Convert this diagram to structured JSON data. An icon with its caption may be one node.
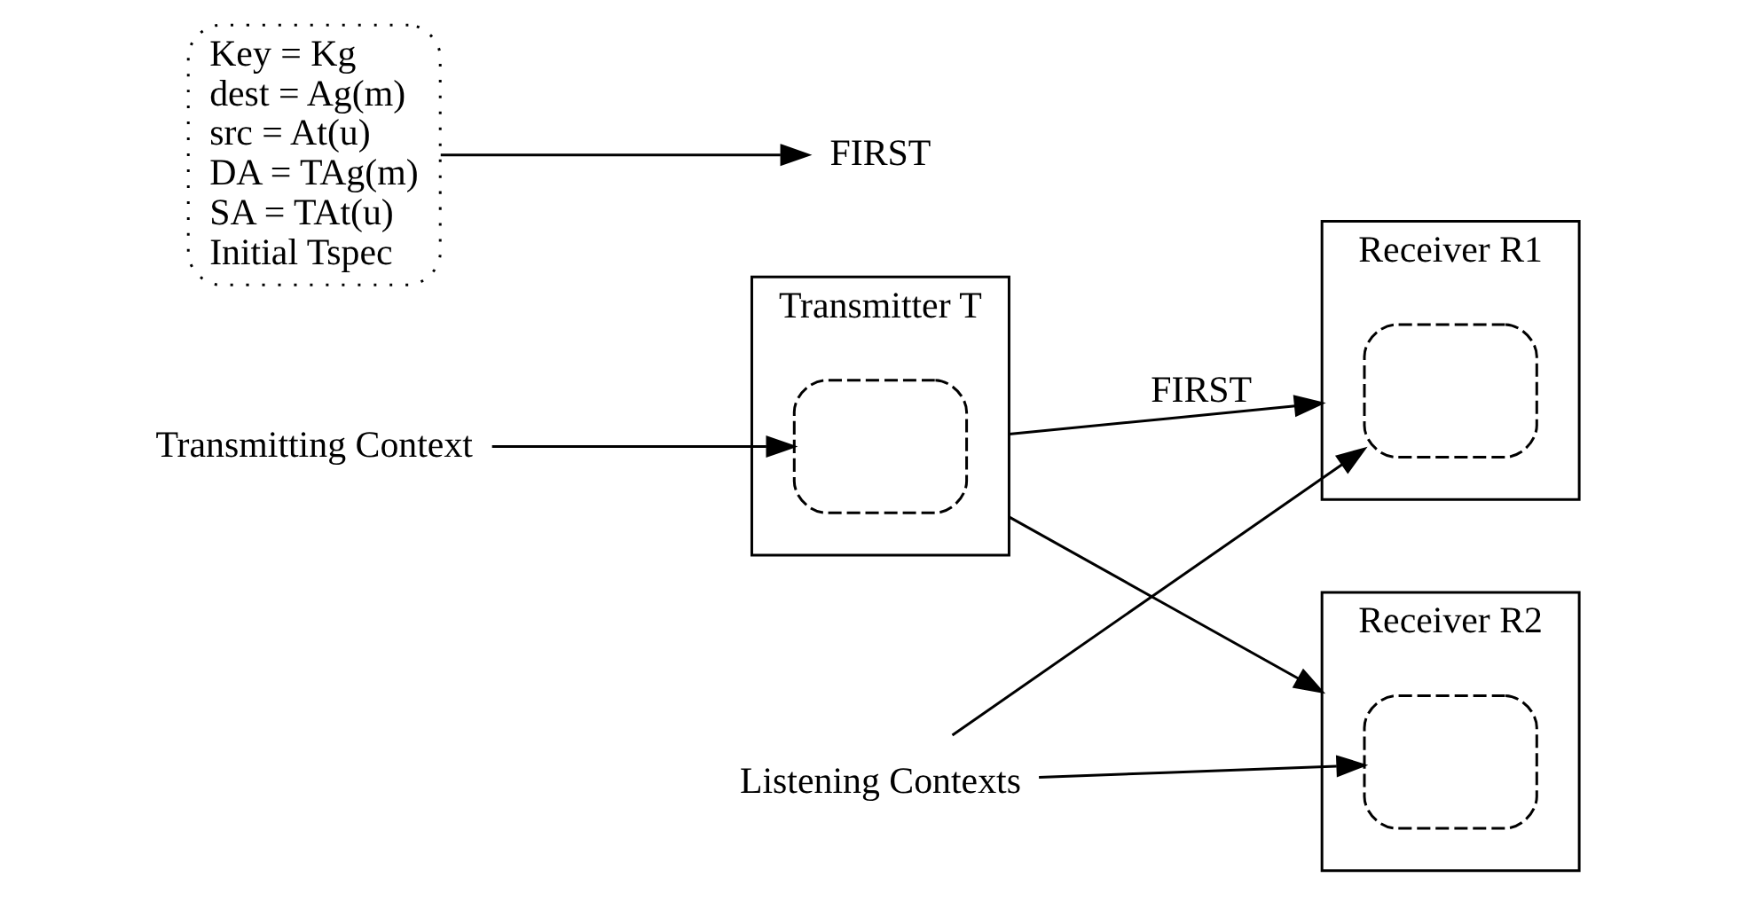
{
  "diagram": {
    "nodes": [
      {
        "text": [
          "Transmitter T"
        ]
      },
      {
        "text": [],
        "shape": "box",
        "in": 0
      },
      {
        "text": [
          "Receiver R1"
        ]
      },
      {
        "text": [],
        "shape": "box",
        "in": 2
      },
      {
        "text": [
          "Receiver R2"
        ]
      },
      {
        "text": [],
        "shape": "box",
        "in": 4
      },
      {
        "text": [
          "Transmitting Context"
        ]
      },
      {
        "text": [
          "Listening Contexts"
        ]
      },
      {
        "text": [
          "FIRST"
        ]
      },
      {
        "text": [
          "Key = Kg",
          "dest = Ag(m)",
          "src = At(u)",
          "DA = TAg(m)",
          "SA = TAt(u)",
          "Initial Tspec"
        ]
      }
    ],
    "edges": [
      {
        "from": 0,
        "to": 2,
        "arrow": "to",
        "label": "FIRST"
      },
      {
        "from": 0,
        "to": 4,
        "arrow": "to"
      },
      {
        "from": 6,
        "to": 1,
        "arrow": "to"
      },
      {
        "from": 7,
        "to": 3,
        "arrow": "to"
      },
      {
        "from": 7,
        "to": 5,
        "arrow": "to"
      },
      {
        "from": 9,
        "to": 8,
        "arrow": "to"
      }
    ]
  }
}
